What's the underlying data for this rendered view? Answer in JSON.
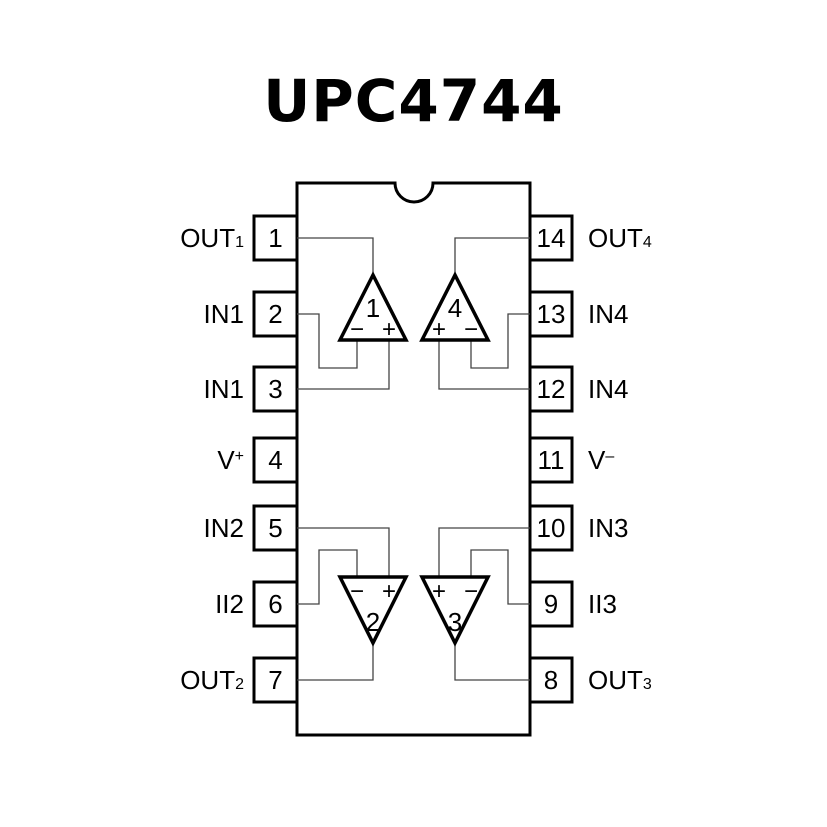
{
  "title": "UPC4744",
  "colors": {
    "stroke": "#000000",
    "wire": "#555555",
    "background": "#ffffff"
  },
  "pins": [
    {
      "number": "1",
      "label": "OUT",
      "sub": "1",
      "side": "left"
    },
    {
      "number": "2",
      "label": "IN1",
      "sub": "",
      "side": "left"
    },
    {
      "number": "3",
      "label": "IN1",
      "sub": "",
      "side": "left"
    },
    {
      "number": "4",
      "label": "V",
      "sup": "+",
      "side": "left"
    },
    {
      "number": "5",
      "label": "IN2",
      "sub": "",
      "side": "left"
    },
    {
      "number": "6",
      "label": "II2",
      "sub": "",
      "side": "left"
    },
    {
      "number": "7",
      "label": "OUT",
      "sub": "2",
      "side": "left"
    },
    {
      "number": "8",
      "label": "OUT",
      "sub": "3",
      "side": "right"
    },
    {
      "number": "9",
      "label": "II3",
      "sub": "",
      "side": "right"
    },
    {
      "number": "10",
      "label": "IN3",
      "sub": "",
      "side": "right"
    },
    {
      "number": "11",
      "label": "V",
      "sup": "–",
      "side": "right"
    },
    {
      "number": "12",
      "label": "IN4",
      "sub": "",
      "side": "right"
    },
    {
      "number": "13",
      "label": "IN4",
      "sub": "",
      "side": "right"
    },
    {
      "number": "14",
      "label": "OUT",
      "sub": "4",
      "side": "right"
    }
  ],
  "amplifiers": [
    {
      "id": "1",
      "orientation": "up",
      "left_sign": "−",
      "right_sign": "+"
    },
    {
      "id": "4",
      "orientation": "up",
      "left_sign": "+",
      "right_sign": "−"
    },
    {
      "id": "2",
      "orientation": "down",
      "left_sign": "−",
      "right_sign": "+"
    },
    {
      "id": "3",
      "orientation": "down",
      "left_sign": "+",
      "right_sign": "−"
    }
  ]
}
